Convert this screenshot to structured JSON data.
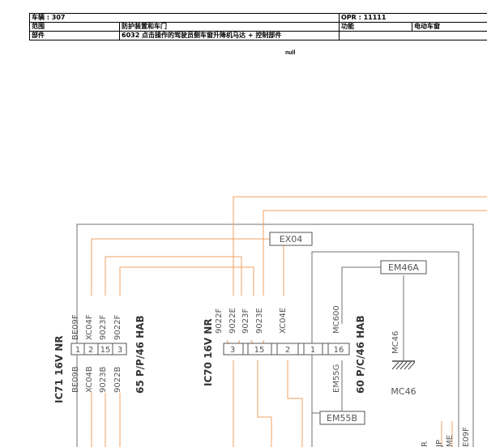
{
  "header": {
    "row1": {
      "vehicle": "车辆 : 307",
      "opr": "OPR : 11111"
    },
    "row2": {
      "scope_label": "范围",
      "scope_value": "防护装置和车门",
      "function_label": "功能",
      "function_value": "电动车窗"
    },
    "row3": {
      "part_label": "部件",
      "part_value": "6032 点击操作的驾驶员侧车窗升降机马达 + 控制部件"
    }
  },
  "null_label": "null",
  "connectors": {
    "ic71": {
      "name": "IC71 16V NR",
      "desc": "65 P/P/46 HAB",
      "top_labels": [
        "BE09F",
        "XC04F",
        "9023F",
        "9022F"
      ],
      "bottom_labels": [
        "BE09B",
        "XC04B",
        "9023B",
        "9022B"
      ],
      "pins": [
        "1",
        "2",
        "15",
        "3"
      ]
    },
    "ic70": {
      "name": "IC70 16V NR",
      "desc": "60 P/C/46 HAB",
      "top_labels": [
        "9022F",
        "9022E",
        "9023F",
        "9023E",
        "XC04E",
        "MC600"
      ],
      "bottom_labels": [
        "EM55G"
      ],
      "pins": [
        "3",
        "15",
        "2",
        "1",
        "16"
      ]
    }
  },
  "components": {
    "ex04": "EX04",
    "em46a": "EM46A",
    "em55b": "EM55B",
    "mc46_vertical": "MC46",
    "mc46_label": "MC46"
  },
  "edge_labels": [
    "R",
    "JP",
    "ME",
    "E09F"
  ],
  "colors": {
    "wire_orange": "#f0a060",
    "wire_gray": "#707070",
    "text_gray": "#555555"
  }
}
